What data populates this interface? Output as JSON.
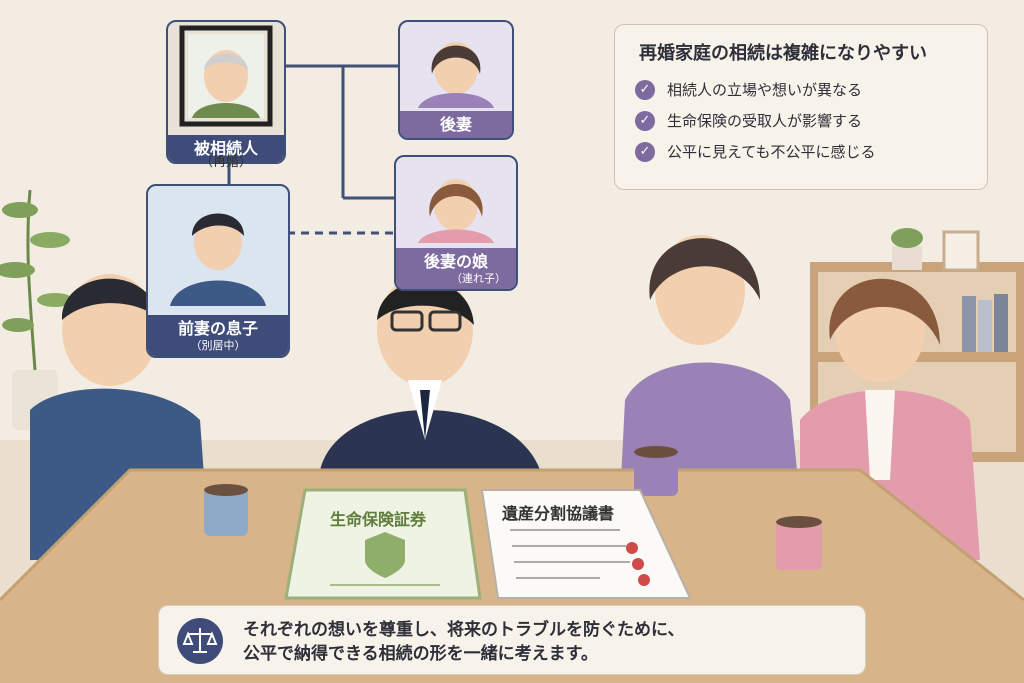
{
  "family": {
    "deceased": {
      "label": "被相続人",
      "note": "（再婚）"
    },
    "second_wife": {
      "label": "後妻"
    },
    "stepdaughter": {
      "label": "後妻の娘",
      "sub": "（連れ子）"
    },
    "first_son": {
      "label": "前妻の息子",
      "sub": "（別居中）"
    }
  },
  "info": {
    "title": "再婚家庭の相続は複雑になりやすい",
    "items": [
      "相続人の立場や想いが異なる",
      "生命保険の受取人が影響する",
      "公平に見えても不公平に感じる"
    ]
  },
  "documents": {
    "insurance": "生命保険証券",
    "agreement": "遺産分割協議書"
  },
  "message": {
    "line1": "それぞれの想いを尊重し、将来のトラブルを防ぐために、",
    "line2": "公平で納得できる相続の形を一緒に考えます。"
  },
  "colors": {
    "navy": "#3f4c7a",
    "purple": "#7d6a9e",
    "table": "#d7b48a",
    "wall": "#f3ece2"
  }
}
